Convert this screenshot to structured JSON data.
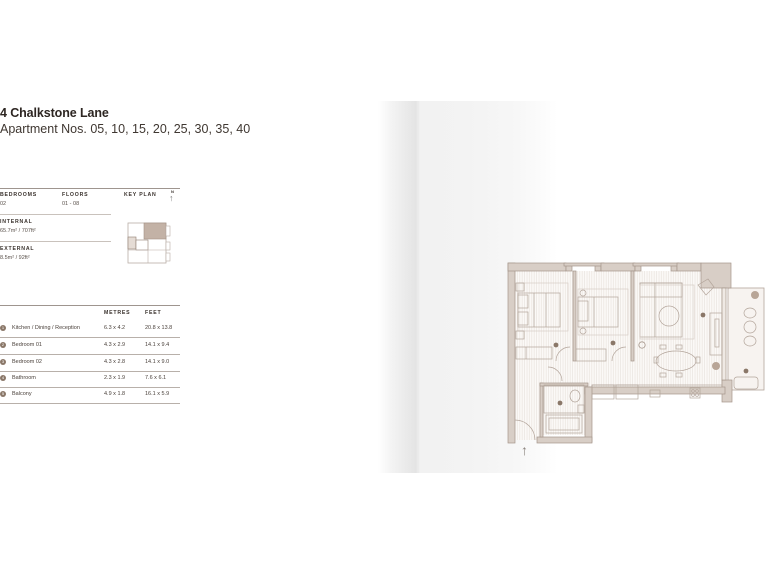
{
  "header": {
    "title": "4 Chalkstone Lane",
    "subtitle": "Apartment Nos. 05, 10, 15, 20, 25, 30, 35, 40"
  },
  "specs": {
    "bedrooms": {
      "label": "BEDROOMS",
      "value": "02"
    },
    "floors": {
      "label": "FLOORS",
      "value": "01 - 08"
    },
    "internal": {
      "label": "INTERNAL",
      "value": "65.7m² / 707ft²"
    },
    "external": {
      "label": "EXTERNAL",
      "value": "8.5m² / 92ft²"
    },
    "key_plan": {
      "label": "KEY PLAN",
      "north_label": "N",
      "north_arrow": "↑"
    }
  },
  "room_table": {
    "columns": [
      "",
      "METRES",
      "FEET"
    ],
    "rows": [
      {
        "icon": "1",
        "name": "Kitchen / Dining / Reception",
        "metres": "6.3 x 4.2",
        "feet": "20.8 x 13.8"
      },
      {
        "icon": "2",
        "name": "Bedroom 01",
        "metres": "4.3 x 2.9",
        "feet": "14.1 x 9.4"
      },
      {
        "icon": "3",
        "name": "Bedroom 02",
        "metres": "4.3 x 2.8",
        "feet": "14.1 x 9.0"
      },
      {
        "icon": "4",
        "name": "Bathroom",
        "metres": "2.3 x 1.9",
        "feet": "7.6 x 6.1"
      },
      {
        "icon": "5",
        "name": "Balcony",
        "metres": "4.9 x 1.8",
        "feet": "16.1 x 5.9"
      }
    ]
  },
  "floor_plan": {
    "entrance_arrow": "↑",
    "colors": {
      "wall_fill": "#d8cec6",
      "wall_line": "#a5968b",
      "furniture_line": "#b3a59b",
      "floor_stripe": "#ece6e1",
      "marker": "#8a7768",
      "accent_keyplan": "#c3b2a6"
    }
  }
}
